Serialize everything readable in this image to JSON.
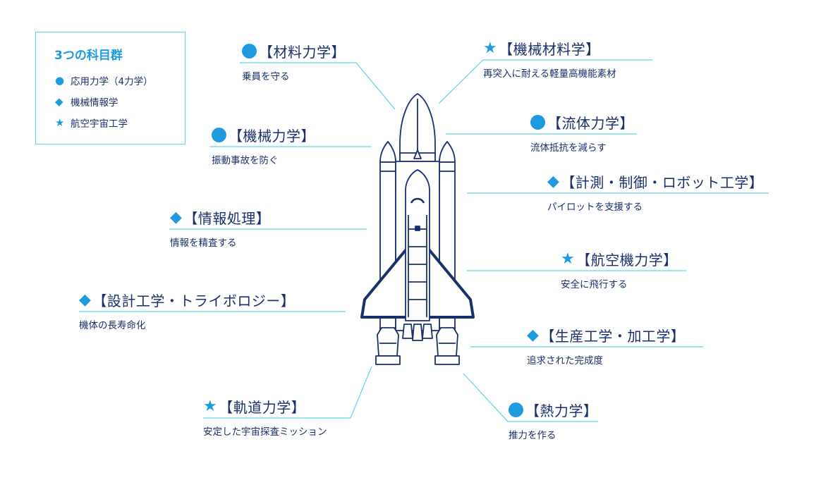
{
  "legend": {
    "title": "3つの科目群",
    "items": [
      {
        "symbol": "●",
        "label": "応用力学（4力学）"
      },
      {
        "symbol": "◆",
        "label": "機械情報学"
      },
      {
        "symbol": "★",
        "label": "航空宇宙工学"
      }
    ]
  },
  "colors": {
    "accent": "#1e9be0",
    "line": "#5fd3e8",
    "text": "#1a2f6b"
  },
  "labels": {
    "materials_mechanics": {
      "symbol": "●",
      "title": "【材料力学】",
      "desc": "乗員を守る"
    },
    "machine_mechanics": {
      "symbol": "●",
      "title": "【機械力学】",
      "desc": "振動事故を防ぐ"
    },
    "info_processing": {
      "symbol": "◆",
      "title": "【情報処理】",
      "desc": "情報を精査する"
    },
    "design_eng": {
      "symbol": "◆",
      "title": "【設計工学・トライボロジー】",
      "desc": "機体の長寿命化"
    },
    "orbital_mechanics": {
      "symbol": "★",
      "title": "【軌道力学】",
      "desc": "安定した宇宙探査ミッション"
    },
    "machine_materials": {
      "symbol": "★",
      "title": "【機械材料学】",
      "desc": "再突入に耐える軽量高機能素材"
    },
    "fluid_mechanics": {
      "symbol": "●",
      "title": "【流体力学】",
      "desc": "流体抵抗を減らす"
    },
    "measurement_robotics": {
      "symbol": "◆",
      "title": "【計測・制御・ロボット工学】",
      "desc": "パイロットを支援する"
    },
    "flight_mechanics": {
      "symbol": "★",
      "title": "【航空機力学】",
      "desc": "安全に飛行する"
    },
    "production_eng": {
      "symbol": "◆",
      "title": "【生産工学・加工学】",
      "desc": "追求された完成度"
    },
    "thermodynamics": {
      "symbol": "●",
      "title": "【熱力学】",
      "desc": "推力を作る"
    }
  }
}
